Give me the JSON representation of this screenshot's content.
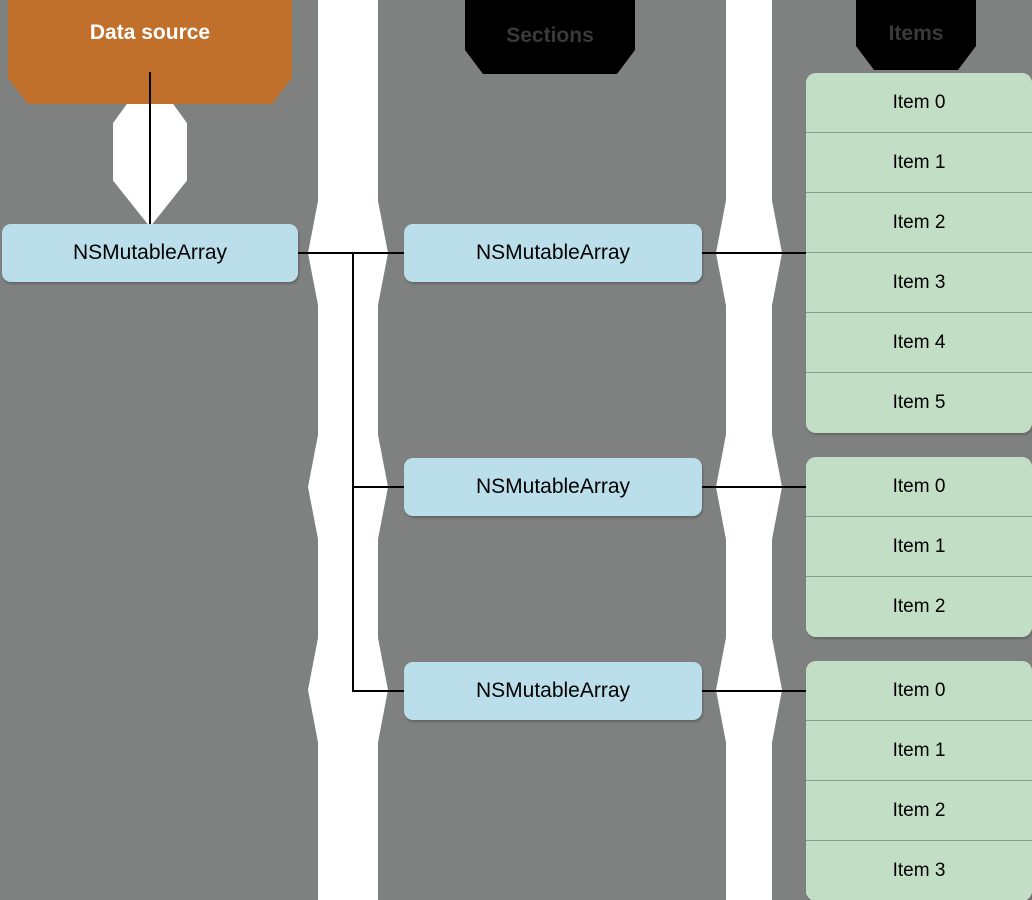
{
  "diagram": {
    "title": "Data source sections and items structure",
    "background_color": "#7f8080",
    "colors": {
      "data_source": "#c1702c",
      "array_box": "#bbdeeb",
      "item_box": "#c2dec5",
      "connector": "#ffffff",
      "header": "#000000",
      "line": "#000000"
    }
  },
  "columns": {
    "data_source": {
      "label": "Data source"
    },
    "sections_header": {
      "label": "Sections"
    },
    "items_header": {
      "label": "Items"
    }
  },
  "root_array": {
    "label": "NSMutableArray"
  },
  "sections": [
    {
      "array_label": "NSMutableArray",
      "items": [
        {
          "label": "Item 0"
        },
        {
          "label": "Item 1"
        },
        {
          "label": "Item 2"
        },
        {
          "label": "Item 3"
        },
        {
          "label": "Item 4"
        },
        {
          "label": "Item 5"
        }
      ]
    },
    {
      "array_label": "NSMutableArray",
      "items": [
        {
          "label": "Item 0"
        },
        {
          "label": "Item 1"
        },
        {
          "label": "Item 2"
        }
      ]
    },
    {
      "array_label": "NSMutableArray",
      "items": [
        {
          "label": "Item 0"
        },
        {
          "label": "Item 1"
        },
        {
          "label": "Item 2"
        },
        {
          "label": "Item 3"
        }
      ]
    }
  ]
}
